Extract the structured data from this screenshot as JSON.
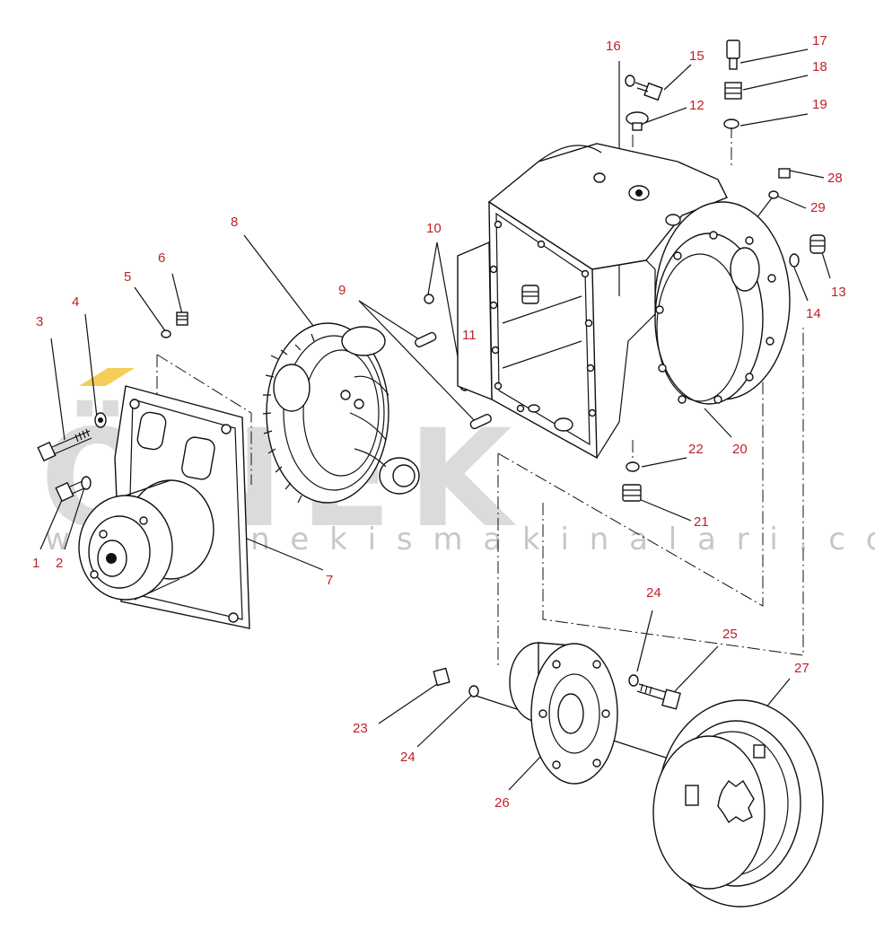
{
  "watermark": {
    "brand": "ÖNEK",
    "url": "w w w . o n e k i s m a k i n a l a r i . c o m . t r"
  },
  "colors": {
    "label": "#c0202a",
    "line": "#111111",
    "watermark": "#b8b8b8",
    "accent_yellow": "#f2c230"
  },
  "labels": [
    "1",
    "2",
    "3",
    "4",
    "5",
    "6",
    "7",
    "8",
    "9",
    "10",
    "11",
    "12",
    "13",
    "14",
    "15",
    "16",
    "17",
    "18",
    "19",
    "20",
    "21",
    "22",
    "23",
    "24",
    "24",
    "25",
    "26",
    "27",
    "28",
    "29"
  ]
}
